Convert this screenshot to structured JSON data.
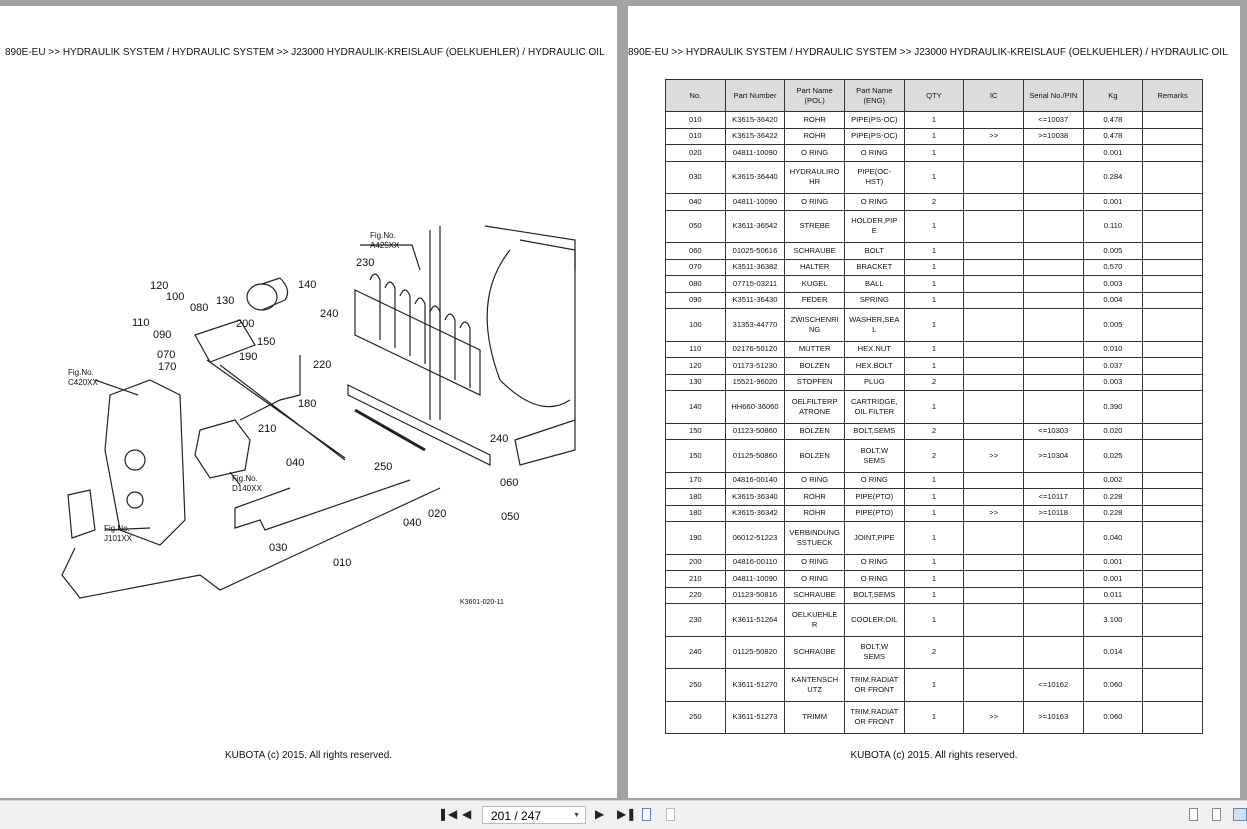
{
  "header": {
    "breadcrumb": "890E-EU >> HYDRAULIK SYSTEM / HYDRAULIC SYSTEM >> J23000   HYDRAULIK-KREISLAUF (OELKUEHLER) / HYDRAULIC OIL"
  },
  "footer": "KUBOTA (c) 2015. All rights reserved.",
  "diagram": {
    "figure_id": "K3601-020-11",
    "fig_refs": [
      {
        "a": "Fig.No.",
        "b": "A425XX"
      },
      {
        "a": "Fig.No.",
        "b": "C420XX"
      },
      {
        "a": "Fig.No.",
        "b": "D140XX"
      },
      {
        "a": "Fig.No.",
        "b": "J101XX"
      }
    ],
    "callouts": [
      "120",
      "100",
      "080",
      "130",
      "140",
      "110",
      "090",
      "200",
      "150",
      "070",
      "190",
      "170",
      "220",
      "180",
      "210",
      "040",
      "230",
      "240",
      "240",
      "250",
      "060",
      "020",
      "040",
      "050",
      "030",
      "010"
    ]
  },
  "table": {
    "headers": [
      "No.",
      "Part Number",
      "Part Name\n(POL)",
      "Part Name\n(ENG)",
      "QTY",
      "IC",
      "Serial No./PIN",
      "Kg",
      "Remarks"
    ],
    "rows": [
      [
        "010",
        "K3615-36420",
        "ROHR",
        "PIPE(PS-OC)",
        "1",
        "",
        "<=10037",
        "0.478",
        ""
      ],
      [
        "010",
        "K3615-36422",
        "ROHR",
        "PIPE(PS-OC)",
        "1",
        ">>",
        ">=10038",
        "0.478",
        ""
      ],
      [
        "020",
        "04811-10090",
        "O RING",
        "O RING",
        "1",
        "",
        "",
        "0.001",
        ""
      ],
      [
        "030",
        "K3615-36440",
        "HYDRAULIRO\nHR",
        "PIPE(OC-\nHST)",
        "1",
        "",
        "",
        "0.284",
        ""
      ],
      [
        "040",
        "04811-10090",
        "O RING",
        "O RING",
        "2",
        "",
        "",
        "0.001",
        ""
      ],
      [
        "050",
        "K3611-36542",
        "STREBE",
        "HOLDER,PIP\nE",
        "1",
        "",
        "",
        "0.110",
        ""
      ],
      [
        "060",
        "01025-50616",
        "SCHRAUBE",
        "BOLT",
        "1",
        "",
        "",
        "0.005",
        ""
      ],
      [
        "070",
        "K3511-36382",
        "HALTER",
        "BRACKET",
        "1",
        "",
        "",
        "0.570",
        ""
      ],
      [
        "080",
        "07715-03211",
        "KUGEL",
        "BALL",
        "1",
        "",
        "",
        "0.003",
        ""
      ],
      [
        "090",
        "K3511-36430",
        "FEDER",
        "SPRING",
        "1",
        "",
        "",
        "0.004",
        ""
      ],
      [
        "100",
        "31353-44770",
        "ZWISCHENRI\nNG",
        "WASHER,SEA\nL",
        "1",
        "",
        "",
        "0.005",
        ""
      ],
      [
        "110",
        "02176-50120",
        "MUTTER",
        "HEX.NUT",
        "1",
        "",
        "",
        "0.010",
        ""
      ],
      [
        "120",
        "01173-51230",
        "BOLZEN",
        "HEX.BOLT",
        "1",
        "",
        "",
        "0.037",
        ""
      ],
      [
        "130",
        "15521-96020",
        "STOPFEN",
        "PLUG",
        "2",
        "",
        "",
        "0.003",
        ""
      ],
      [
        "140",
        "HH660-36060",
        "OELFILTERP\nATRONE",
        "CARTRIDGE,\nOIL FILTER",
        "1",
        "",
        "",
        "0.390",
        ""
      ],
      [
        "150",
        "01123-50860",
        "BOLZEN",
        "BOLT,SEMS",
        "2",
        "",
        "<=10303",
        "0.020",
        ""
      ],
      [
        "150",
        "01125-50860",
        "BOLZEN",
        "BOLT,W\nSEMS",
        "2",
        ">>",
        ">=10304",
        "0.025",
        ""
      ],
      [
        "170",
        "04816-00140",
        "O RING",
        "O RING",
        "1",
        "",
        "",
        "0.002",
        ""
      ],
      [
        "180",
        "K3615-36340",
        "ROHR",
        "PIPE(PTO)",
        "1",
        "",
        "<=10117",
        "0.228",
        ""
      ],
      [
        "180",
        "K3615-36342",
        "ROHR",
        "PIPE(PTO)",
        "1",
        ">>",
        ">=10118",
        "0.228",
        ""
      ],
      [
        "190",
        "06012-51223",
        "VERBINDUNG\nSSTUECK",
        "JOINT,PIPE",
        "1",
        "",
        "",
        "0.040",
        ""
      ],
      [
        "200",
        "04816-00110",
        "O RING",
        "O RING",
        "1",
        "",
        "",
        "0.001",
        ""
      ],
      [
        "210",
        "04811-10090",
        "O RING",
        "O RING",
        "1",
        "",
        "",
        "0.001",
        ""
      ],
      [
        "220",
        "01123-50816",
        "SCHRAUBE",
        "BOLT,SEMS",
        "1",
        "",
        "",
        "0.011",
        ""
      ],
      [
        "230",
        "K3611-51264",
        "OELKUEHLE\nR",
        "COOLER,OIL",
        "1",
        "",
        "",
        "3.100",
        ""
      ],
      [
        "240",
        "01125-50820",
        "SCHRAUBE",
        "BOLT,W\nSEMS",
        "2",
        "",
        "",
        "0.014",
        ""
      ],
      [
        "250",
        "K3611-51270",
        "KANTENSCH\nUTZ",
        "TRIM,RADIAT\nOR FRONT",
        "1",
        "",
        "<=10162",
        "0.060",
        ""
      ],
      [
        "250",
        "K3611-51273",
        "TRIMM",
        "TRIM,RADIAT\nOR FRONT",
        "1",
        ">>",
        ">=10163",
        "0.060",
        ""
      ]
    ]
  },
  "toolbar": {
    "page_display": "201 / 247",
    "current_page": 201,
    "total_pages": 247
  }
}
